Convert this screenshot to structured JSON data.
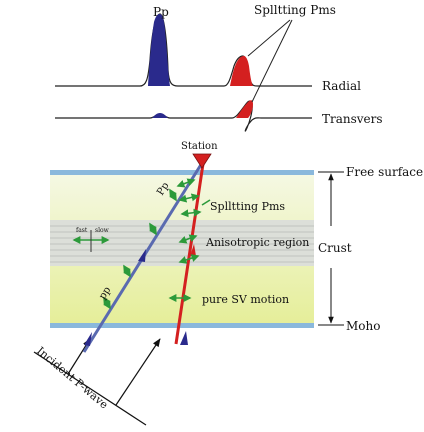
{
  "labels": {
    "pp_top": "Pp",
    "splitting_pms_top": "Splltting Pms",
    "radial": "Radial",
    "transvers": "Transvers",
    "station": "Station",
    "free_surface": "Free surface",
    "crust": "Crust",
    "moho": "Moho",
    "pp_ray_upper": "Pp",
    "pp_ray_lower": "pp",
    "splitting_pms_mid": "Splltting Pms",
    "anisotropic_region": "Anisotropic region",
    "pure_sv_motion": "pure SV motion",
    "incident_p_wave": "Incident P-wave",
    "fast_axis_label": "fast",
    "slow_axis_label": "slow"
  },
  "colors": {
    "pp_pulse": "#2a2a8c",
    "pms_pulse": "#d42020",
    "free_surface_line": "#8ab8dc",
    "moho_line": "#8ab8dc",
    "crust_fill_top": "#f3f7d6",
    "crust_fill_bottom": "#e7ef9c",
    "anisotropic_band": "#d8dcd6",
    "pp_ray": "#5a6ab0",
    "pms_ray": "#d42020",
    "motion_arrows": "#2c9a3a",
    "station_marker": "#d42020"
  }
}
